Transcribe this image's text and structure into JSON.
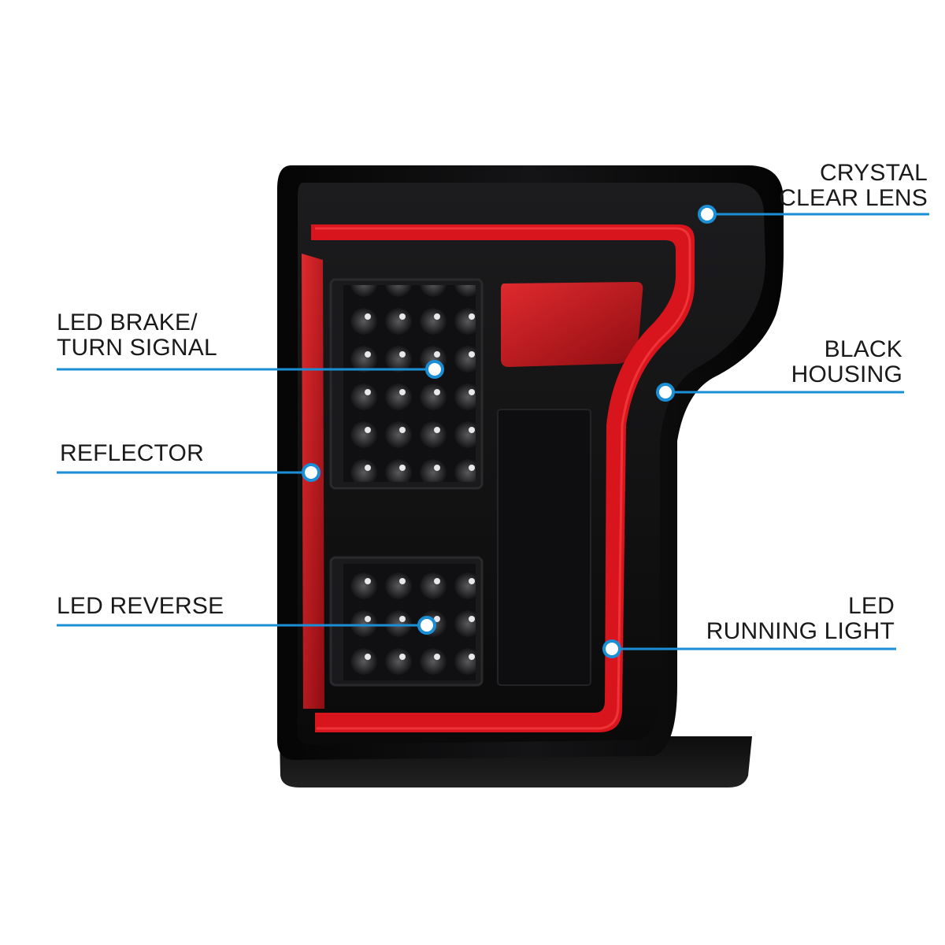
{
  "product": {
    "name": "tail-light",
    "housing_color": "#0c0c0d",
    "light_bar_color": "#d8141c",
    "reflector_color": "#c0161c",
    "accent_color": "#1b8fd6"
  },
  "callouts": {
    "crystal_clear_lens": {
      "line1": "CRYSTAL",
      "line2": "CLEAR LENS"
    },
    "black_housing": {
      "line1": "BLACK",
      "line2": "HOUSING"
    },
    "led_running_light": {
      "line1": "LED",
      "line2": "RUNNING LIGHT"
    },
    "led_brake_turn": {
      "line1": "LED BRAKE/",
      "line2": "TURN SIGNAL"
    },
    "reflector": {
      "line1": "REFLECTOR"
    },
    "led_reverse": {
      "line1": "LED REVERSE"
    }
  }
}
